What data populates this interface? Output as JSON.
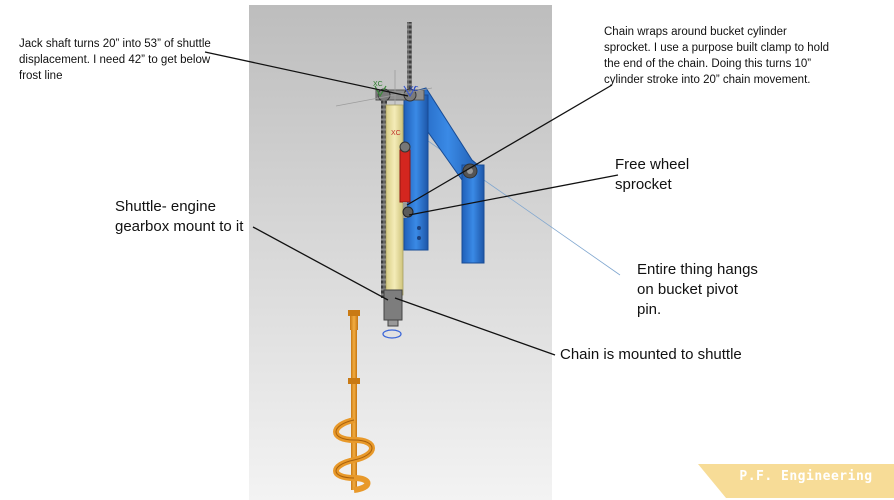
{
  "annotations": {
    "jack_shaft": "Jack shaft turns 20” into 53” of shuttle\ndisplacement. I need 42” to get below\nfrost line",
    "chain_wrap": "Chain wraps around bucket cylinder\nsprocket. I use a purpose built clamp to hold\nthe end of the chain. Doing this turns 10”\ncylinder stroke into 20” chain movement.",
    "free_wheel": "Free wheel\nsprocket",
    "shuttle": "Shuttle- engine\ngearbox mount to it",
    "hangs": "Entire thing hangs\non bucket pivot\npin.",
    "chain_mounted": "Chain is mounted to shuttle"
  },
  "cad_axis_labels": {
    "xc_1": "XC",
    "xc_2": "XC",
    "xc_3": "XC"
  },
  "branding": {
    "text": "P.F. Engineering",
    "banner_color": "#f7dc97"
  },
  "colors": {
    "frame_blue": "#2f78d4",
    "cylinder_red": "#d4261f",
    "shuttle_yellow": "#ece3a3",
    "auger_orange": "#e8992a",
    "chain_gray": "#5a5a5a",
    "background_gray": "#d6d6d6"
  }
}
